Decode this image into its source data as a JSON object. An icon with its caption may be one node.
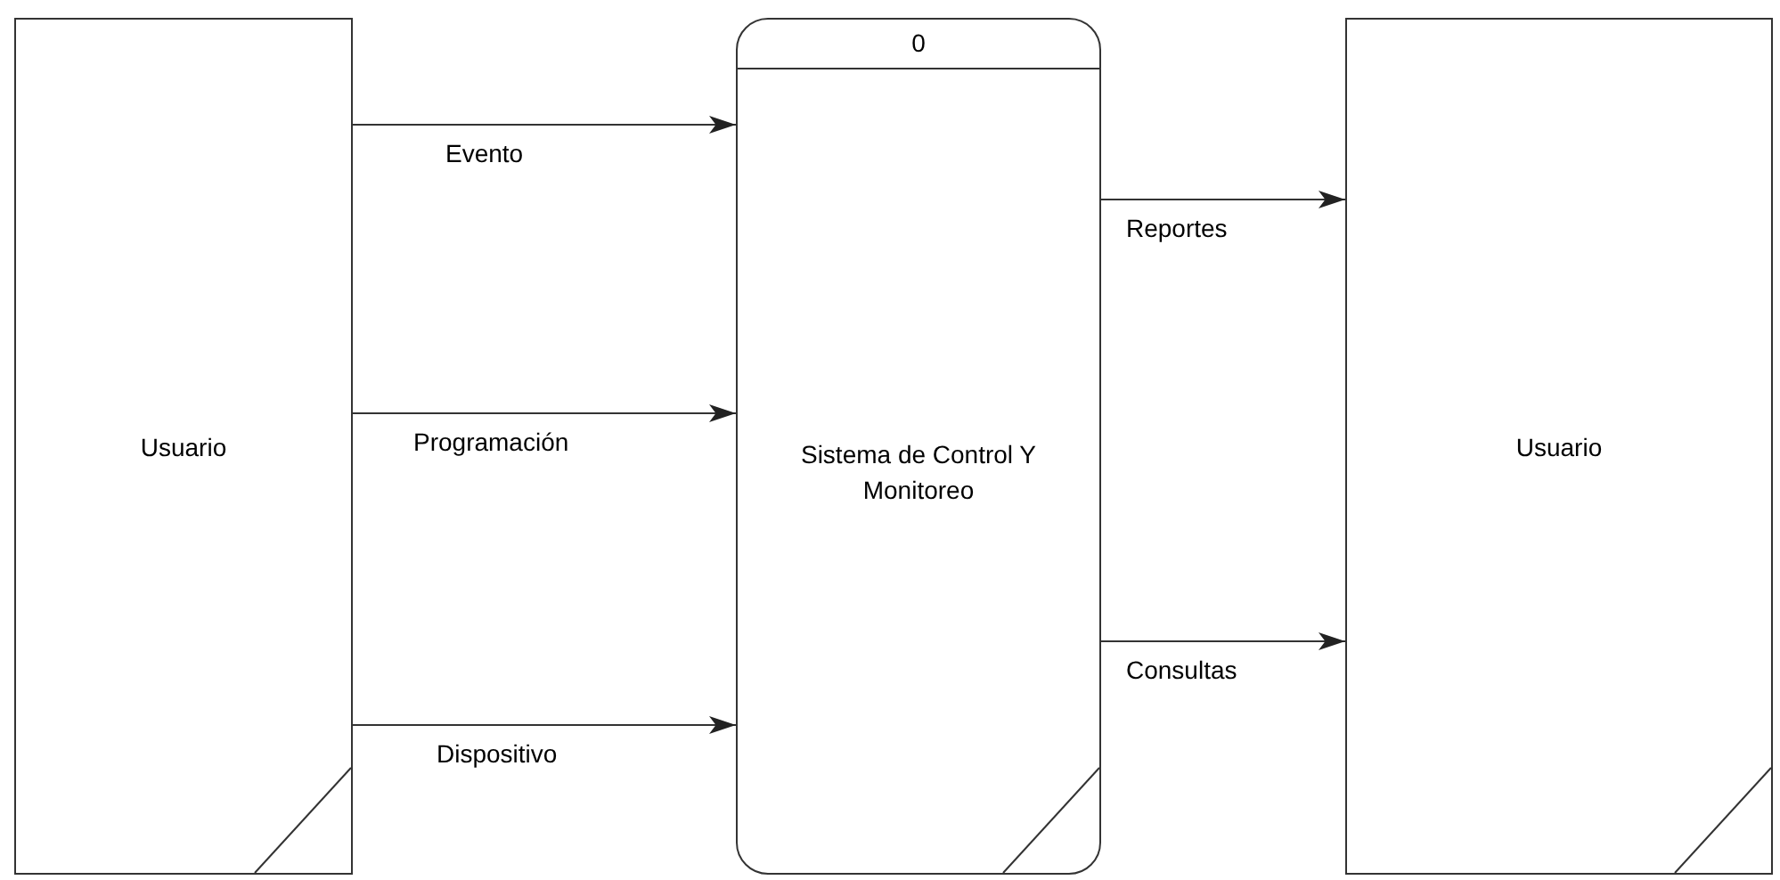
{
  "diagram": {
    "nodes": [
      {
        "text": [
          "Usuario"
        ]
      },
      {
        "text": [
          "0",
          "Sistema de Control Y Monitoreo"
        ]
      },
      {
        "text": [
          "Usuario"
        ]
      }
    ],
    "edges": [
      {
        "from": 0,
        "to": 1,
        "arrow": "to",
        "label": "Evento"
      },
      {
        "from": 0,
        "to": 1,
        "arrow": "to",
        "label": "Programación"
      },
      {
        "from": 0,
        "to": 1,
        "arrow": "to",
        "label": "Dispositivo"
      },
      {
        "from": 1,
        "to": 2,
        "arrow": "to",
        "label": "Reportes"
      },
      {
        "from": 1,
        "to": 2,
        "arrow": "to",
        "label": "Consultas"
      }
    ]
  }
}
